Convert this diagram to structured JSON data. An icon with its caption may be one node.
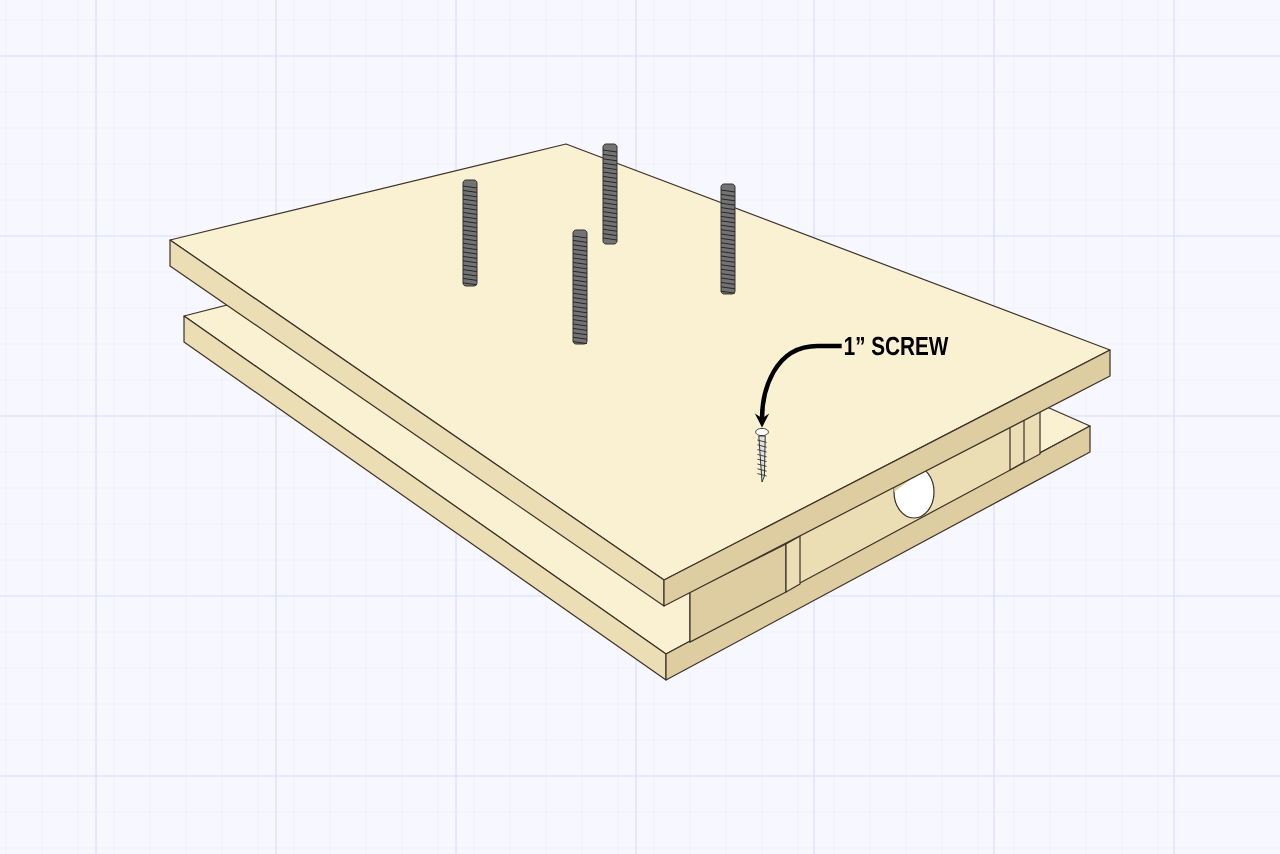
{
  "diagram": {
    "nodes": [
      {
        "text": [
          "1” SCREW"
        ]
      },
      {
        "text": [],
        "shape": "picture"
      }
    ],
    "edges": [
      {
        "from": 0,
        "to": 1,
        "arrow": "to"
      }
    ]
  }
}
